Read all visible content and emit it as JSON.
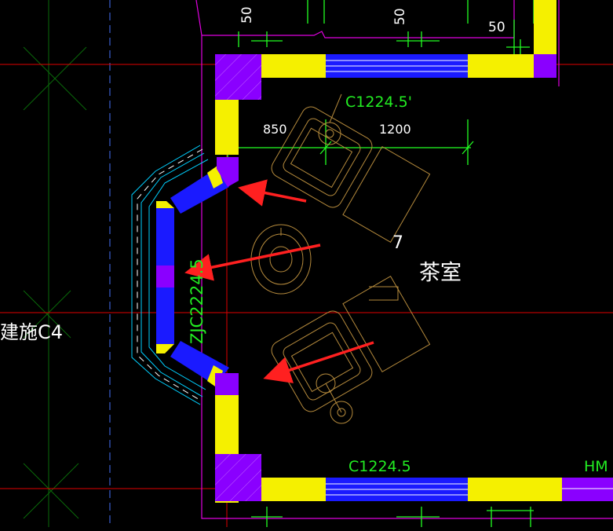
{
  "drawing": {
    "dim_top_left": "50",
    "dim_top_mid": "50",
    "dim_top_right": "50",
    "window_top_label": "C1224.5'",
    "dim_850": "850",
    "dim_1200": "1200",
    "room_number": "7",
    "room_name": "茶室",
    "bay_window_label": "ZJC2224.5",
    "side_ref_label": "建施C4",
    "window_bottom_label": "C1224.5",
    "door_label_partial": "HM"
  },
  "colors": {
    "background": "#000000",
    "wall_yellow": "#f5f000",
    "window_blue": "#1a1aff",
    "column_purple": "#8a00ff",
    "axis_red": "#e00000",
    "dim_green": "#22ff22",
    "label_green": "#22ee22",
    "outline_magenta": "#e000e0",
    "cyan_line": "#00d0ff",
    "furniture": "#b58a3c",
    "grid_dark_green": "#0a6a0a",
    "arrow_red": "#ff2020",
    "text_white": "#ffffff"
  }
}
